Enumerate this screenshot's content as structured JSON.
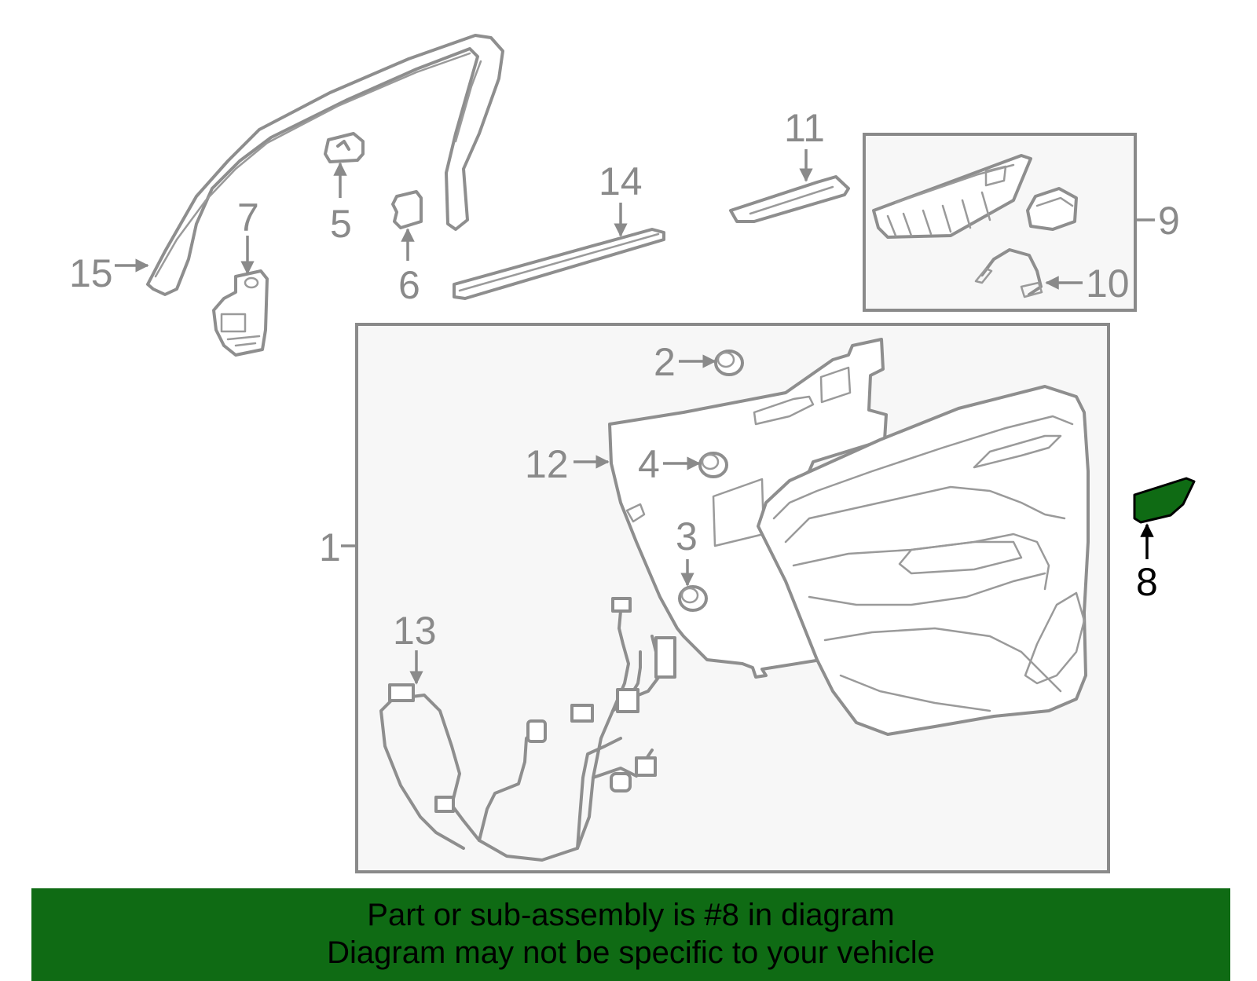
{
  "callouts": {
    "c1": "1",
    "c2": "2",
    "c3": "3",
    "c4": "4",
    "c5": "5",
    "c6": "6",
    "c7": "7",
    "c8": "8",
    "c9": "9",
    "c10": "10",
    "c11": "11",
    "c12": "12",
    "c13": "13",
    "c14": "14",
    "c15": "15"
  },
  "highlight": {
    "part_number": "8",
    "color": "#0f6b14",
    "diagram_color": "#8a8a8a"
  },
  "banner": {
    "line1": "Part or sub-assembly is #8 in diagram",
    "line2": "Diagram may not be specific to your vehicle",
    "background": "#0f6b14"
  }
}
